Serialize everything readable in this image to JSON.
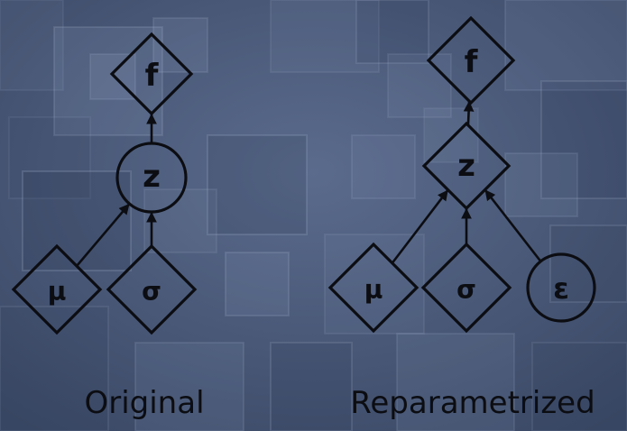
{
  "colors": {
    "background": "#4a5a79",
    "ink": "#0b0d12"
  },
  "diagrams": [
    {
      "caption": "Original",
      "nodes": [
        {
          "id": "f",
          "label": "f",
          "shape": "diamond"
        },
        {
          "id": "z",
          "label": "z",
          "shape": "circle"
        },
        {
          "id": "mu",
          "label": "μ",
          "shape": "diamond"
        },
        {
          "id": "sigma",
          "label": "σ",
          "shape": "diamond"
        }
      ],
      "edges": [
        {
          "from": "z",
          "to": "f"
        },
        {
          "from": "mu",
          "to": "z"
        },
        {
          "from": "sigma",
          "to": "z"
        }
      ]
    },
    {
      "caption": "Reparametrized",
      "nodes": [
        {
          "id": "f",
          "label": "f",
          "shape": "diamond"
        },
        {
          "id": "z",
          "label": "z",
          "shape": "diamond"
        },
        {
          "id": "mu",
          "label": "μ",
          "shape": "diamond"
        },
        {
          "id": "sigma",
          "label": "σ",
          "shape": "diamond"
        },
        {
          "id": "epsilon",
          "label": "ε",
          "shape": "circle"
        }
      ],
      "edges": [
        {
          "from": "z",
          "to": "f"
        },
        {
          "from": "mu",
          "to": "z"
        },
        {
          "from": "sigma",
          "to": "z"
        },
        {
          "from": "epsilon",
          "to": "z"
        }
      ]
    }
  ]
}
